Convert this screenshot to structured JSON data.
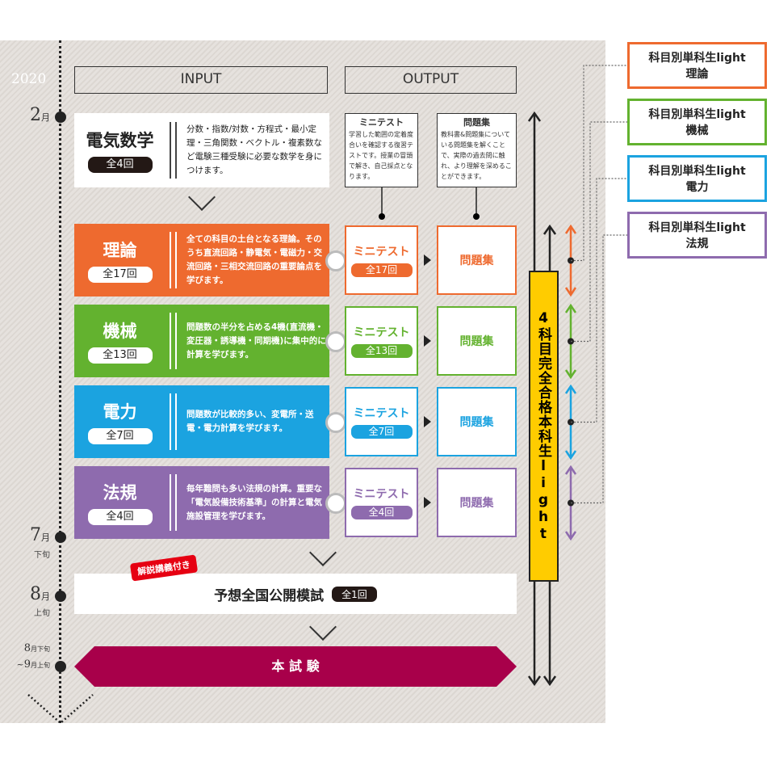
{
  "year": "2020",
  "timeline": [
    {
      "month": "2",
      "unit": "月",
      "sub": ""
    },
    {
      "month": "7",
      "unit": "月",
      "sub": "下旬"
    },
    {
      "month": "8",
      "unit": "月",
      "sub": "上旬"
    },
    {
      "month": "8",
      "unit": "月下旬",
      "month2": "9",
      "unit2": "月上旬",
      "prefix": "~"
    }
  ],
  "headers": {
    "input": "INPUT",
    "output": "OUTPUT"
  },
  "math": {
    "title": "電気数学",
    "count": "全4回",
    "desc": "分数・指数/対数・方程式・最小定理・三角関数・ベクトル・複素数など電験三種受験に必要な数学を身につけます。"
  },
  "explain": {
    "minitest_title": "ミニテスト",
    "minitest_desc": "学習した範囲の定着度合いを確認する復習テストです。授業の冒頭で解き、自己採点となります。",
    "workbook_title": "問題集",
    "workbook_desc": "教科書&問題集についている問題集を解くことで、実際の過去問に触れ、より理解を深めることができます。"
  },
  "subjects": [
    {
      "title": "理論",
      "count": "全17回",
      "desc": "全ての科目の土台となる理論。そのうち直流回路・静電気・電磁力・交流回路・三相交流回路の重要論点を学びます。",
      "minitest": "ミニテスト",
      "mt_count": "全17回",
      "workbook": "問題集",
      "color": "#ee6a2f"
    },
    {
      "title": "機械",
      "count": "全13回",
      "desc": "問題数の半分を占める4機(直流機・変圧器・誘導機・同期機)に集中的に計算を学びます。",
      "minitest": "ミニテスト",
      "mt_count": "全13回",
      "workbook": "問題集",
      "color": "#63b22f"
    },
    {
      "title": "電力",
      "count": "全7回",
      "desc": "問題数が比較的多い、変電所・送電・電力計算を学びます。",
      "minitest": "ミニテスト",
      "mt_count": "全7回",
      "workbook": "問題集",
      "color": "#1ba3e0"
    },
    {
      "title": "法規",
      "count": "全4回",
      "desc": "毎年難問も多い法規の計算。重要な「電気設備技術基準」の計算と電気施設管理を学びます。",
      "minitest": "ミニテスト",
      "mt_count": "全4回",
      "workbook": "問題集",
      "color": "#8e6bae"
    }
  ],
  "mock": {
    "badge": "解説講義付き",
    "title": "予想全国公開模試",
    "count": "全1回"
  },
  "exam": {
    "title": "本 試 験"
  },
  "course_bar": "4科目完全合格本科生light",
  "right_boxes": [
    {
      "line1": "科目別単科生light",
      "line2": "理論",
      "color": "#ee6a2f"
    },
    {
      "line1": "科目別単科生light",
      "line2": "機械",
      "color": "#63b22f"
    },
    {
      "line1": "科目別単科生light",
      "line2": "電力",
      "color": "#1ba3e0"
    },
    {
      "line1": "科目別単科生light",
      "line2": "法規",
      "color": "#8e6bae"
    }
  ]
}
